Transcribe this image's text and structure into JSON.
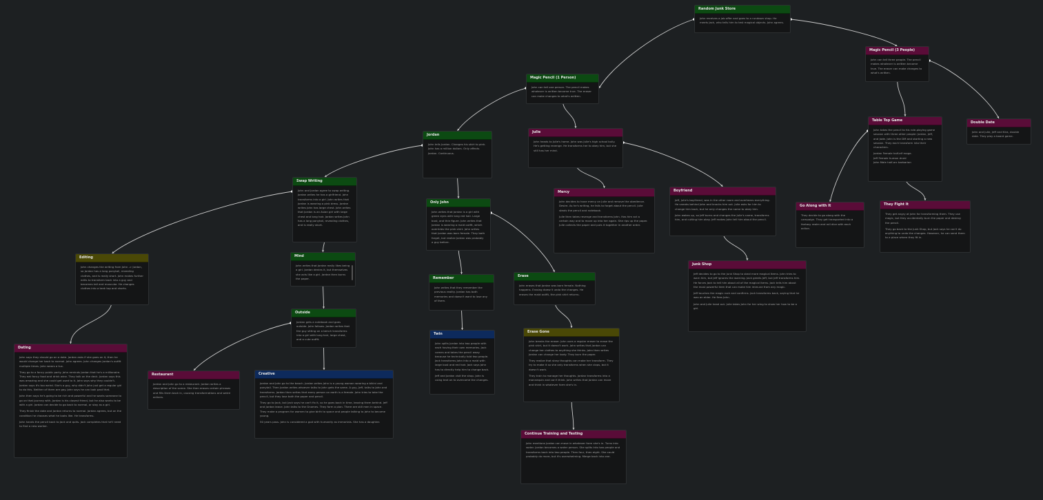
{
  "colors": {
    "background": "#1d2022",
    "node_bg": "#141516",
    "edge": "#cfcfcf",
    "green": "#0c4a12",
    "magenta": "#5a0c38",
    "olive": "#4a4806",
    "navy": "#0d2a5c"
  },
  "nodes": [
    {
      "id": "random-junk-store",
      "title": "Random Junk Store",
      "color": "green",
      "paragraphs": [
        "John receives a job offer and goes to a rundown shop. He meets Jack, who tells him to test magical objects. John agrees."
      ]
    },
    {
      "id": "magic-pencil-3",
      "title": "Magic Pencil (3 People)",
      "color": "magenta",
      "paragraphs": [
        "John can tell three people. The pencil makes whatever is written become true. The eraser can make changes to what's written."
      ]
    },
    {
      "id": "magic-pencil-1",
      "title": "Magic Pencil (1 Person)",
      "color": "green",
      "paragraphs": [
        "John can tell one person. The pencil makes whatever is written become true. The eraser can make changes to what's written."
      ]
    },
    {
      "id": "table-top-game",
      "title": "Table Top Game",
      "color": "magenta",
      "paragraphs": [
        "John takes the pencil to his role-playing game session with three other people: Jordan, Jeff, and Jade. John is the DM and starting a new session. They each transform into their characters.",
        "Jordan Female half-elf mage.\nJeff Female human druid\nJohn Male half-orc barbarian"
      ]
    },
    {
      "id": "double-date",
      "title": "Double Date",
      "color": "magenta",
      "paragraphs": [
        "John and Julie, Jeff and Kira, double date. They play a board game."
      ]
    },
    {
      "id": "jordan",
      "title": "Jordan",
      "color": "green",
      "paragraphs": [
        "John tells Jordan. Changes his shirt to pink. John has a million dollars. Only affects Jordan. Continuous."
      ]
    },
    {
      "id": "julie",
      "title": "Julie",
      "color": "magenta",
      "paragraphs": [
        "John heads to Julie's home. John was Julie's high school bully. He's getting revenge. He transforms her to obey him, but she still has her mind."
      ]
    },
    {
      "id": "swap-writing",
      "title": "Swap Writing",
      "color": "green",
      "paragraphs": [
        "John and Jordan agree to swap writing. Jordan writes he has a girlfriend. John transforms into a girl. John writes that Jordan is wearing a pink dress. Jordan writes John has large chest. John writes that Jordan is an Asian girl with large chest and long hair. Jordan writes John has a long ponytail, revealing clothes, and is really short."
      ]
    },
    {
      "id": "only-john",
      "title": "Only John",
      "color": "green",
      "paragraphs": [
        "John writes that Jordan is a girl with green eyes with long red hair. Large bust, and thin figure. John writes that Jordan is wearing a maid outfit, which overrides the pink shirt. John writes that Jordan was born female. They both forget, but realize Jordan was probably a guy before."
      ]
    },
    {
      "id": "mercy",
      "title": "Mercy",
      "color": "magenta",
      "paragraphs": [
        "John decides to have mercy on Julie and remove the obedience. Desire. As he's writing, he fails to forget about the pencil. Julie steals the pencil and notebook.",
        "Julie then takes revenge and transforms John. Has him act a certain way and to move up into her again. She rips up the paper. Julie collects the paper and puts it together in another order."
      ]
    },
    {
      "id": "boyfriend",
      "title": "Boyfriend",
      "color": "magenta",
      "paragraphs": [
        "Jeff, Julie's boyfriend, was in the other room and overhears everything. He sneaks behind John and knocks him out. Julie asks for him to change him back, but he only changes the name to obey him.",
        "John wakes up, so Jeff burns and changes the Julie's name, transforms him, and cutting him okay. Jeff makes John tell him about the pencil."
      ]
    },
    {
      "id": "go-along",
      "title": "Go Along with It",
      "color": "magenta",
      "paragraphs": [
        "They decide to go along with the campaign. They get transported into a fantasy realm and roll dice with each action."
      ]
    },
    {
      "id": "they-fight",
      "title": "They Fight It",
      "color": "magenta",
      "paragraphs": [
        "They get angry at John for transforming them. They use magic, but they accidentally burn the paper and destroy the pencil.",
        "They go back to the Junk Shop, but Jack says he can't do anything to undo the changes. However, he can send them to a place where they fit in."
      ]
    },
    {
      "id": "editing",
      "title": "Editing",
      "color": "olive",
      "paragraphs": [
        "John changes the writing from John -> Jordan, so Jordan has a long ponytail, revealing clothes, and is really short. John makes further edits to transform back into a guy and becomes tall and muscular. He changes clothes into a tank top and shorts."
      ]
    },
    {
      "id": "mind",
      "title": "Mind",
      "color": "green",
      "paragraphs": [
        "John writes that Jordan really likes being a girl. Jordan denies it, but themselves she acts like a girl. Jordan then burns the paper."
      ]
    },
    {
      "id": "remember",
      "title": "Remember",
      "color": "green",
      "paragraphs": [
        "John writes that they remember the previous reality. Jordan has both memories and doesn't want to lose any of them."
      ]
    },
    {
      "id": "erase",
      "title": "Erase",
      "color": "green",
      "paragraphs": [
        "John erases that Jordan was born female. Nothing happens. Erasing doesn't undo the changes. He erases the maid outfit, the pink shirt returns."
      ]
    },
    {
      "id": "junk-shop",
      "title": "Junk Shop",
      "color": "magenta",
      "paragraphs": [
        "Jeff decides to go to the Junk Shop to steal more magical items. John tries to warn him, but Jeff ignores the warning. Jack greets Jeff, but Jeff transforms him. He forces Jack to tell him about all of the magical items. Jack tells him about the most powerful item that can make him immune from any magic.",
        "Jeff touches the magic rock and confirms. Jack transforms back, saying that he was an elder. He fires John.",
        "John and Julie head out. Julie takes John for her wing to show her how to be a girl."
      ]
    },
    {
      "id": "outside",
      "title": "Outside",
      "color": "green",
      "paragraphs": [
        "Jordan gets a notebook and goes outside. John follows. Jordan writes that the guy sitting on a bench transforms into a girl with long hair, large chest, and a cute outfit."
      ]
    },
    {
      "id": "twin",
      "title": "Twin",
      "color": "navy",
      "paragraphs": [
        "John splits Jordan into two people with each having their own memories. Jack comes and takes the pencil away because he technically told two people. Jack transforms John into a maid with large bust and red hair. Jack says John has to directly help him to change back.",
        "Jeff and Jordan visit the shop. John is using text on to overcome the changes."
      ]
    },
    {
      "id": "erase-gone",
      "title": "Erase Gone",
      "color": "olive",
      "paragraphs": [
        "John breaks the eraser. John uses a regular eraser to erase the pink shirt, but it doesn't work. John writes that Jordan can change her clothes to anything she thinks. John then writes Jordan can change her body. They burn the paper.",
        "They realize that stray thoughts can make her transform. They try to make it so she only transforms when she claps, but it doesn't work.",
        "They train to manage her thoughts. Jordan transforms into a mannequin and can't think. John writes that Jordan can move and think in whatever form she's in."
      ]
    },
    {
      "id": "dating",
      "title": "Dating",
      "color": "magenta",
      "paragraphs": [
        "John says they should go on a date. Jordan asks if she goes on it, then he would change her back to normal. John agrees. John changes Jordan's outfit multiple times. John wears a tux.",
        "They go to a fancy public party. John reminds Jordan that he's a millionaire. They eat fancy food and drink wine. They talk on the deck. Jordan says this was amazing and she could get used to it. John says why they couldn't. Jordan says it's too weird. She's a guy, why didn't John just get a regular girl to do this. Neither of them are gay. John says he can look past that.",
        "John then says he's going to be rich and powerful and he wants someone to go on that journey with. Jordan is his closest friend, but he also wants to be with a girl. Jordan can decide to go back to normal, or stay as a girl.",
        "They finish the date and Jordan returns to normal. Jordan agrees, but on the condition he chooses what he looks like. He transforms.",
        "John hands the pencil back to Jack and quits. Jack completes that he'll need to find a new worker."
      ]
    },
    {
      "id": "restaurant",
      "title": "Restaurant",
      "color": "magenta",
      "paragraphs": [
        "Jordan and John go to a restaurant. Jordan writes a description of the scene. She then erases certain phrases and fills them back in, causing transformations and weird actions."
      ]
    },
    {
      "id": "creative",
      "title": "Creative",
      "color": "navy",
      "paragraphs": [
        "Jordan and John go to the beach. Jordan writes John is a young woman wearing a bikini and ponytail. Then Jordan writes whoever talks to John gets the same. A guy, Jeff, talks to John and transforms. Jordan then writes that every person on earth is a female. John tries to take the pencil, but they lose both the paper and pencil.",
        "They go to Jack, but Jack says he can't fix it, so he goes back in time, leaving them behind. Jeff and Jordan leave. John talks to the Gnomes. They form a plan. There are still men in space. They make a program for women to give birth to space and people talking to John to become young.",
        "50 years pass. John is considered a god with humanity as immortals. She has a daughter."
      ]
    },
    {
      "id": "continue-training",
      "title": "Continue Training and Testing",
      "color": "magenta",
      "paragraphs": [
        "John mentions Jordan can move in whatever form she's in. Turns into water. Jordan becomes a water person. She splits into two people and transforms back into two people. Then four, then eight. She could probably do more, but it's overwhelming. Merge back into one."
      ]
    }
  ]
}
